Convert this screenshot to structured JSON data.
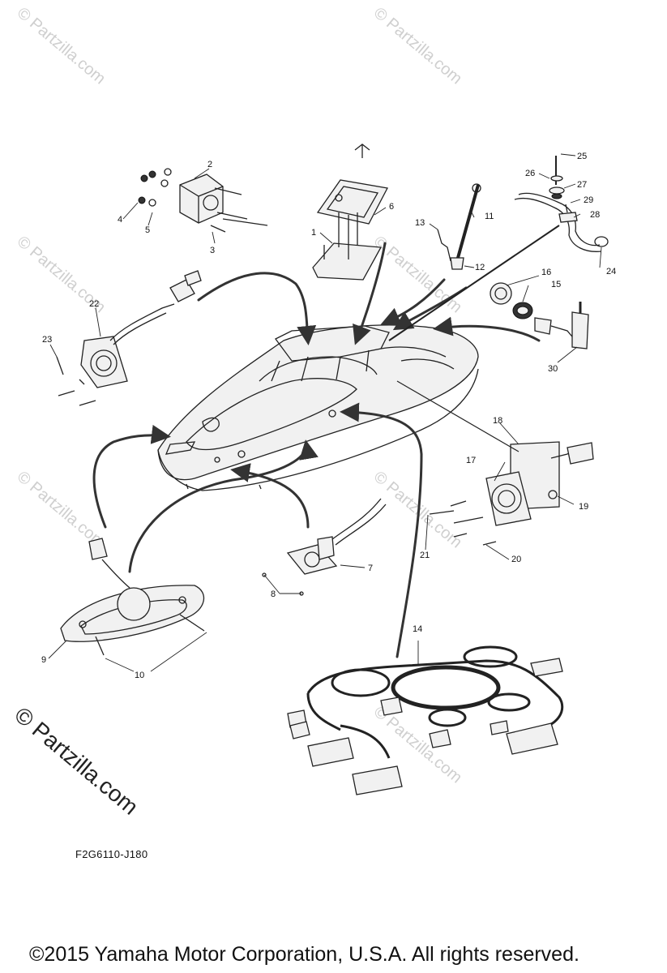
{
  "watermark": {
    "text": "© Partzilla.com"
  },
  "callouts": [
    "1",
    "2",
    "3",
    "4",
    "5",
    "6",
    "7",
    "8",
    "9",
    "10",
    "11",
    "12",
    "13",
    "14",
    "15",
    "16",
    "17",
    "18",
    "19",
    "20",
    "21",
    "22",
    "23",
    "24",
    "25",
    "26",
    "27",
    "28",
    "29",
    "30"
  ],
  "drawing_code": "F2G6110-J180",
  "copyright": "©2015 Yamaha Motor Corporation, U.S.A. All rights reserved."
}
